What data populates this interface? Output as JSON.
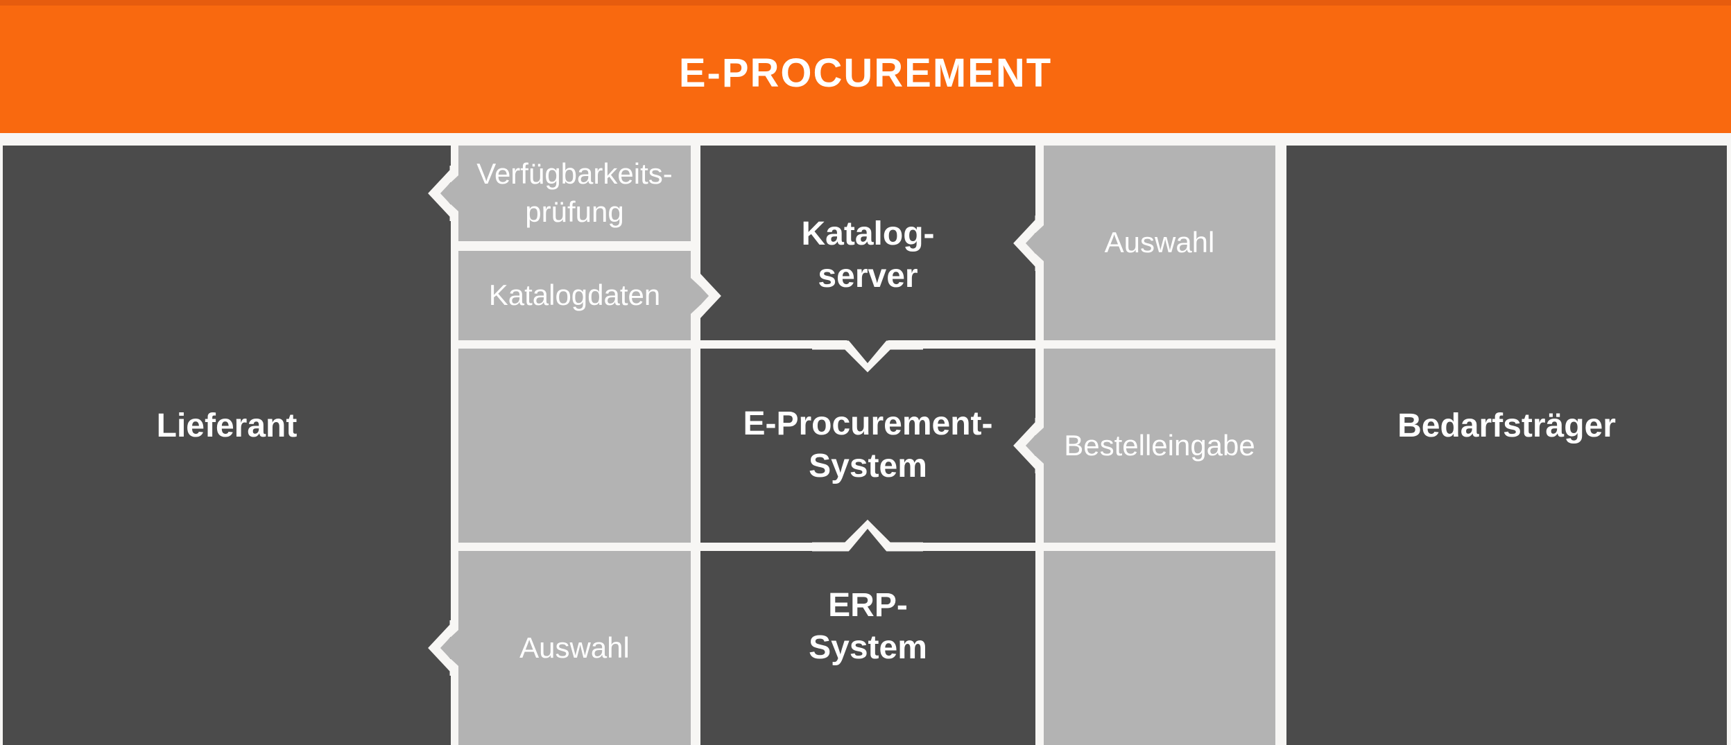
{
  "header": {
    "title": "E-PROCUREMENT"
  },
  "colors": {
    "accent_orange": "#F9690F",
    "header_top_strip": "#E65C0E",
    "dark_box": "#4B4B4B",
    "light_box": "#B3B3B3",
    "gutter_white": "#F7F6F4",
    "text_white": "#FFFFFF"
  },
  "actors": {
    "left": {
      "label": "Lieferant"
    },
    "right": {
      "label": "Bedarfsträger"
    }
  },
  "systems": {
    "katalog_server": {
      "line1": "Katalog-",
      "line2": "server"
    },
    "e_procurement": {
      "line1": "E-Procurement-",
      "line2": "System"
    },
    "erp": {
      "line1": "ERP-",
      "line2": "System"
    }
  },
  "processes": {
    "verfuegbarkeitspruefung": {
      "line1": "Verfügbarkeits-",
      "line2": "prüfung",
      "arrow_direction": "left",
      "arrow_target": "Lieferant"
    },
    "katalogdaten": {
      "line1": "Katalogdaten",
      "arrow_direction": "right",
      "arrow_target": "Katalog-server"
    },
    "auswahl_left": {
      "line1": "Auswahl",
      "arrow_direction": "left",
      "arrow_target": "Lieferant"
    },
    "auswahl_right": {
      "line1": "Auswahl",
      "arrow_direction": "left",
      "arrow_target": "Katalog-server"
    },
    "bestelleingabe": {
      "line1": "Bestelleingabe",
      "arrow_direction": "left",
      "arrow_target": "E-Procurement-System"
    }
  },
  "flow_arrows": [
    {
      "from": "Katalog-server",
      "to": "E-Procurement-System",
      "direction": "down"
    },
    {
      "from": "ERP-System",
      "to": "E-Procurement-System",
      "direction": "up"
    }
  ]
}
